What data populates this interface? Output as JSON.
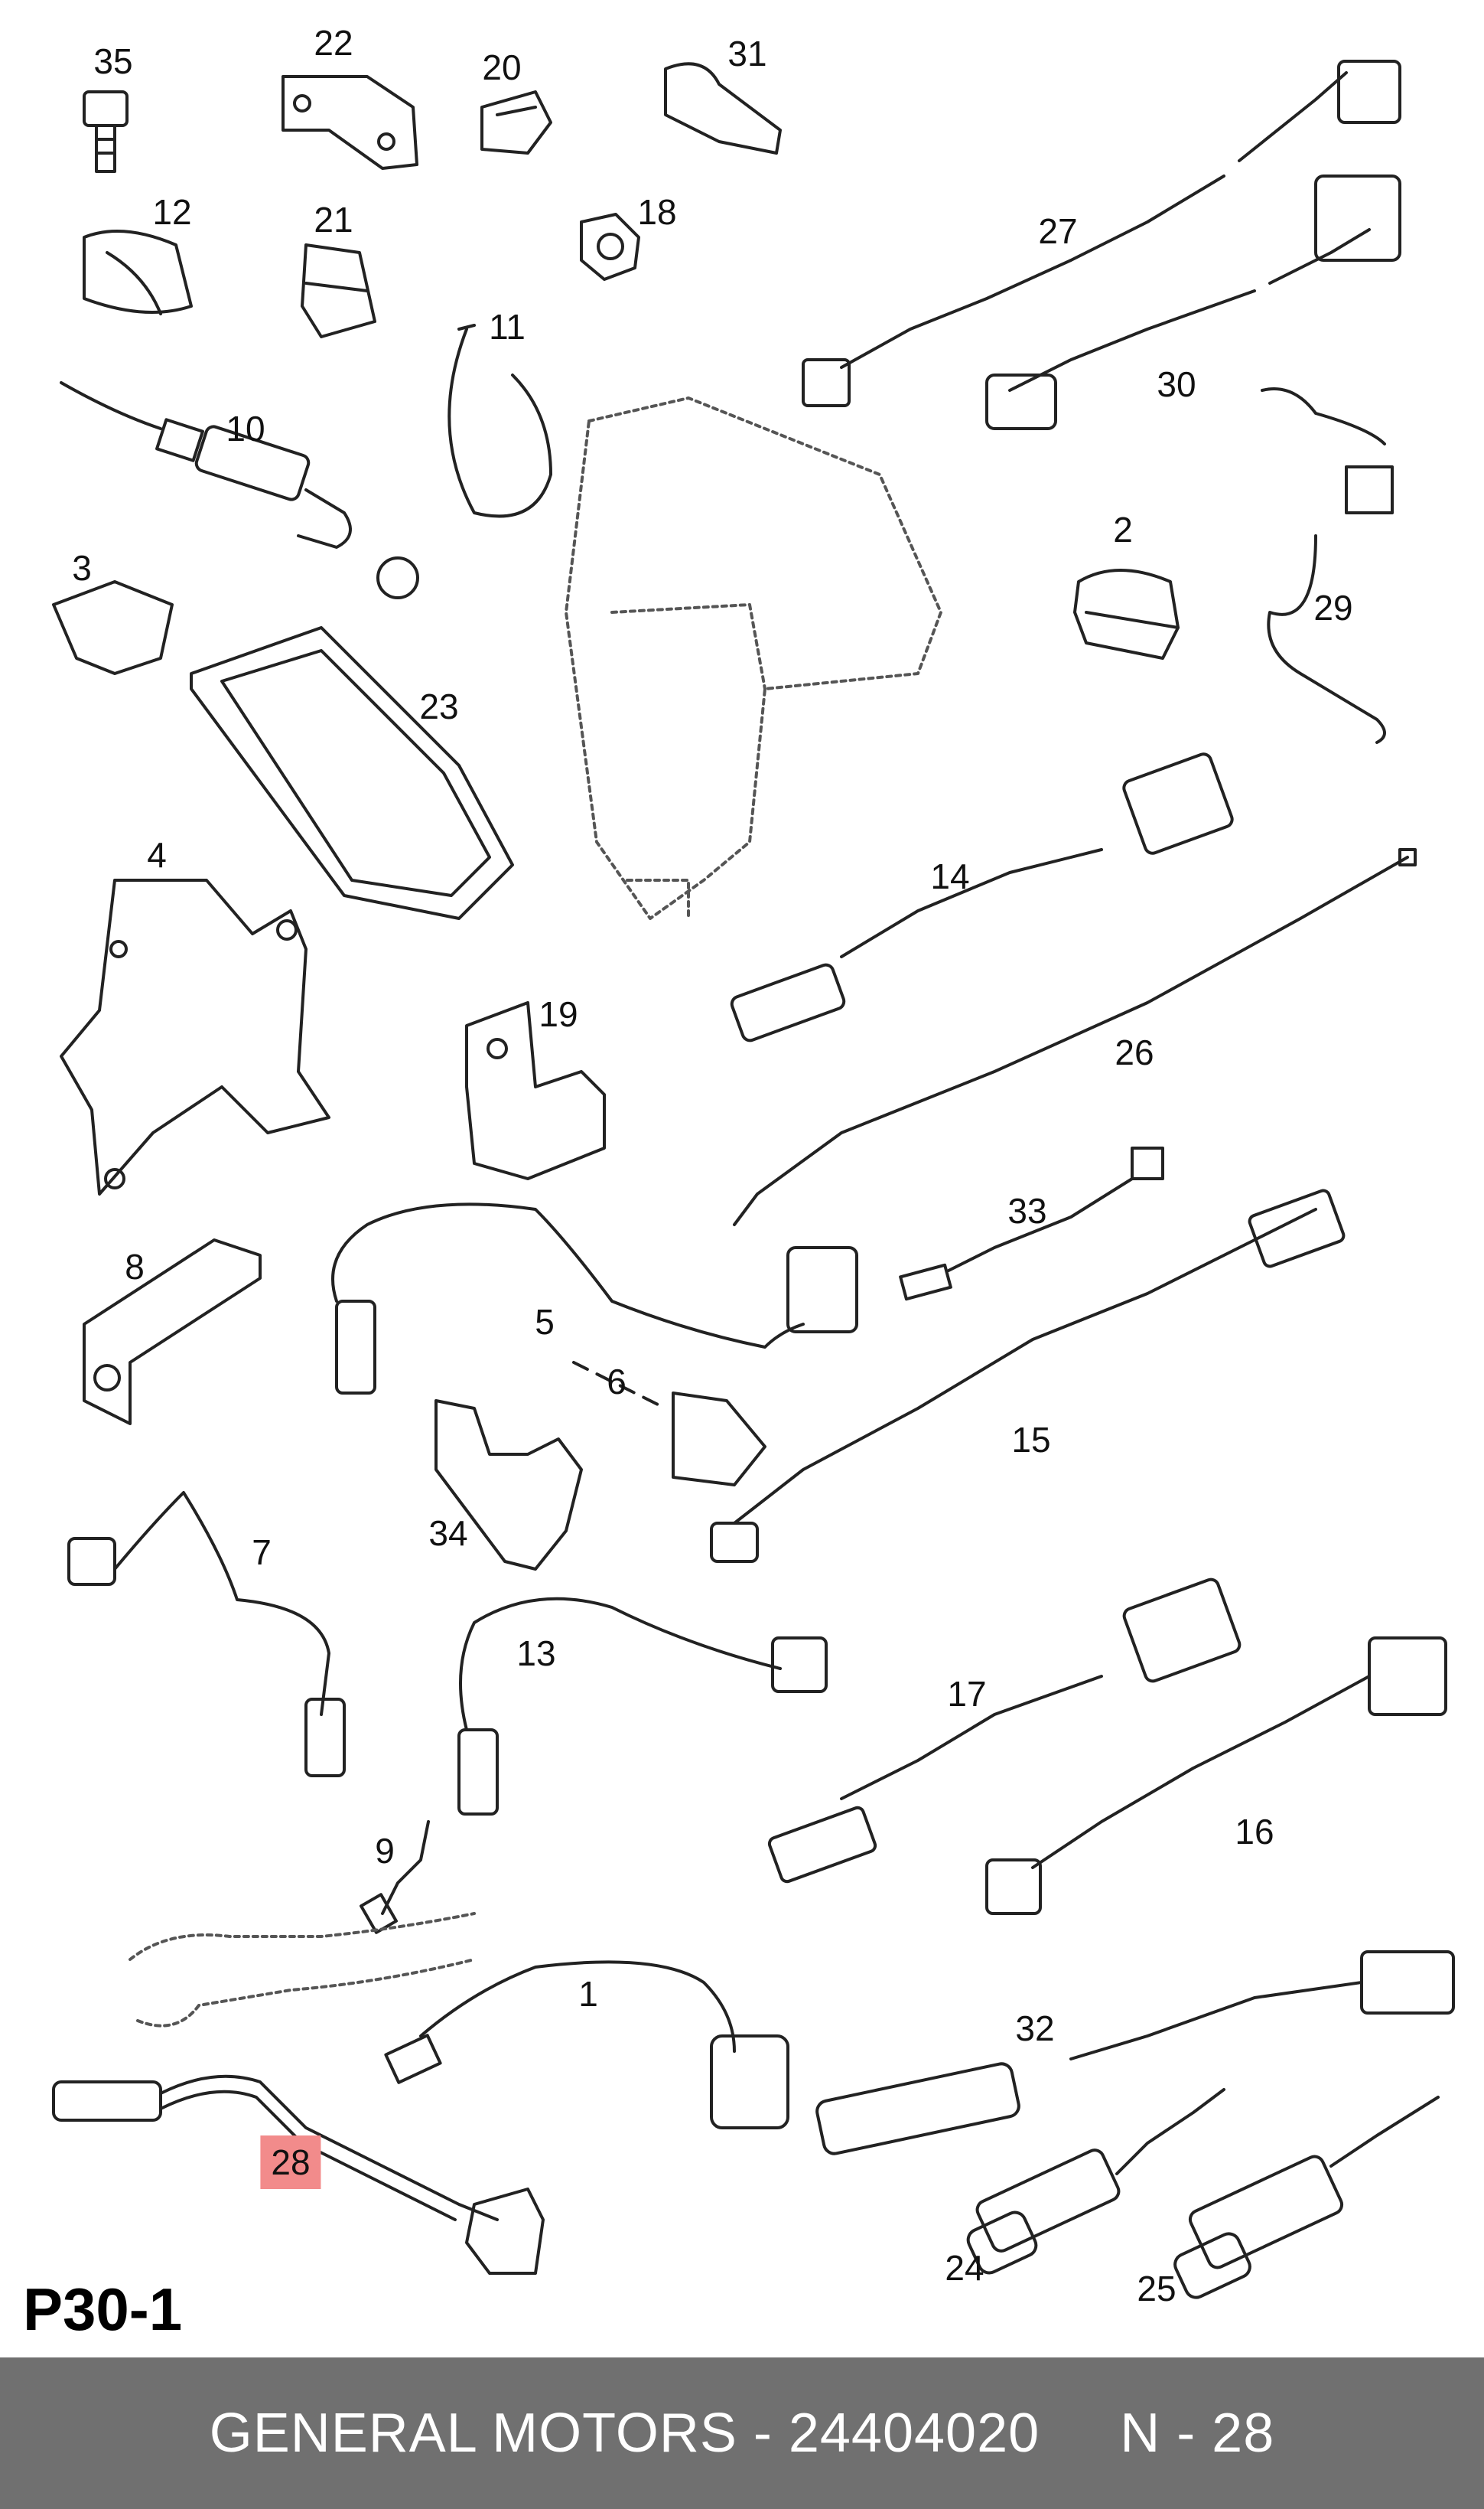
{
  "page_code": "P30-1",
  "footer": {
    "brand": "GENERAL MOTORS",
    "part_number": "24404020",
    "position": "N - 28",
    "text": "GENERAL MOTORS - 24404020     N - 28"
  },
  "highlight_color": "#f28b8b",
  "footer_color": "#707070",
  "callouts": [
    {
      "id": "35",
      "label": "35"
    },
    {
      "id": "22",
      "label": "22"
    },
    {
      "id": "20",
      "label": "20"
    },
    {
      "id": "31",
      "label": "31"
    },
    {
      "id": "12",
      "label": "12"
    },
    {
      "id": "21",
      "label": "21"
    },
    {
      "id": "18",
      "label": "18"
    },
    {
      "id": "27",
      "label": "27"
    },
    {
      "id": "30",
      "label": "30"
    },
    {
      "id": "11",
      "label": "11"
    },
    {
      "id": "10",
      "label": "10"
    },
    {
      "id": "2",
      "label": "2"
    },
    {
      "id": "3",
      "label": "3"
    },
    {
      "id": "29",
      "label": "29"
    },
    {
      "id": "23",
      "label": "23"
    },
    {
      "id": "4",
      "label": "4"
    },
    {
      "id": "14",
      "label": "14"
    },
    {
      "id": "19",
      "label": "19"
    },
    {
      "id": "26",
      "label": "26"
    },
    {
      "id": "33",
      "label": "33"
    },
    {
      "id": "8",
      "label": "8"
    },
    {
      "id": "5",
      "label": "5"
    },
    {
      "id": "6",
      "label": "6"
    },
    {
      "id": "15",
      "label": "15"
    },
    {
      "id": "34",
      "label": "34"
    },
    {
      "id": "7",
      "label": "7"
    },
    {
      "id": "13",
      "label": "13"
    },
    {
      "id": "17",
      "label": "17"
    },
    {
      "id": "16",
      "label": "16"
    },
    {
      "id": "9",
      "label": "9"
    },
    {
      "id": "1",
      "label": "1"
    },
    {
      "id": "32",
      "label": "32"
    },
    {
      "id": "28",
      "label": "28",
      "highlighted": true
    },
    {
      "id": "24",
      "label": "24"
    },
    {
      "id": "25",
      "label": "25"
    }
  ]
}
